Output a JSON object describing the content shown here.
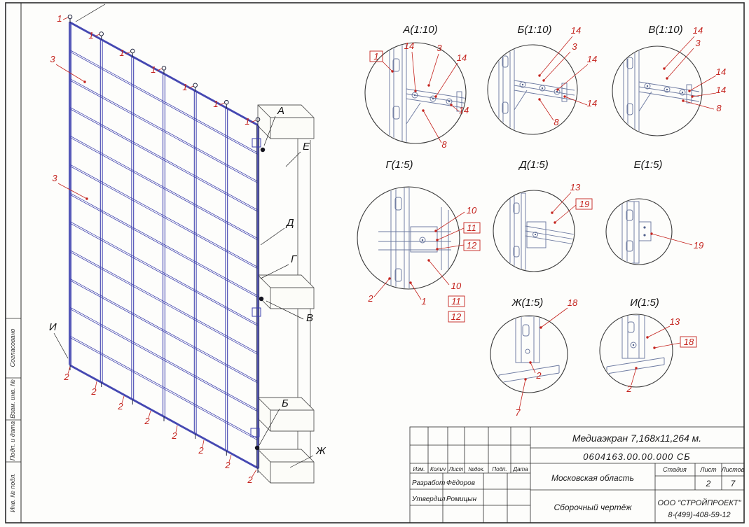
{
  "sheet": {
    "colors": {
      "structure": "#3c3fae",
      "callout": "#c4231d",
      "building": "#5a5a5a",
      "frame": "#2a2a2a"
    }
  },
  "side_stamp": {
    "labels": [
      "Согласовано",
      "Взам. инв. №",
      "Подп. и дата",
      "Инв. № подл."
    ]
  },
  "main_view": {
    "sections": {
      "a": "А",
      "e": "Е",
      "d": "Д",
      "g": "Г",
      "v": "В",
      "b": "Б",
      "zh": "Ж",
      "i": "И"
    },
    "top_callouts": [
      "1",
      "1",
      "1",
      "1",
      "1",
      "1",
      "1"
    ],
    "left_callouts": [
      "3",
      "3"
    ],
    "bottom_callouts": [
      "2",
      "2",
      "2",
      "2",
      "2",
      "2",
      "2",
      "2"
    ]
  },
  "details": {
    "a": {
      "title": "А(1:10)",
      "callouts": [
        "1",
        "14",
        "3",
        "14",
        "14",
        "8"
      ]
    },
    "b": {
      "title": "Б(1:10)",
      "callouts": [
        "14",
        "3",
        "14",
        "14",
        "8"
      ]
    },
    "v": {
      "title": "В(1:10)",
      "callouts": [
        "14",
        "3",
        "14",
        "14",
        "8"
      ]
    },
    "g": {
      "title": "Г(1:5)",
      "callouts": [
        "10",
        "11",
        "12",
        "10",
        "11",
        "12",
        "2",
        "1"
      ]
    },
    "d": {
      "title": "Д(1:5)",
      "callouts": [
        "13",
        "19"
      ]
    },
    "e": {
      "title": "Е(1:5)",
      "callouts": [
        "19"
      ]
    },
    "zh": {
      "title": "Ж(1:5)",
      "callouts": [
        "18",
        "2",
        "7"
      ]
    },
    "i": {
      "title": "И(1:5)",
      "callouts": [
        "13",
        "18",
        "2"
      ]
    }
  },
  "title_block": {
    "product_name": "Медиаэкран 7,168x11,264 м.",
    "document_code": "0604163.00.00.000 СБ",
    "header_cols": [
      "Изм.",
      "Колич",
      "Лист",
      "№док.",
      "Подп.",
      "Дата"
    ],
    "rows": [
      {
        "role": "Разработ",
        "name": "Фёдоров"
      },
      {
        "role": "Утвердил",
        "name": "Ромицын"
      }
    ],
    "object_name": "Московская область",
    "doc_type": "Сборочный чертёж",
    "stage_label": "Стадия",
    "sheet_label": "Лист",
    "sheets_label": "Листов",
    "sheet_number": "2",
    "sheets_total": "7",
    "company": "ООО \"СТРОЙПРОЕКТ\"",
    "phone": "8-(499)-408-59-12"
  }
}
